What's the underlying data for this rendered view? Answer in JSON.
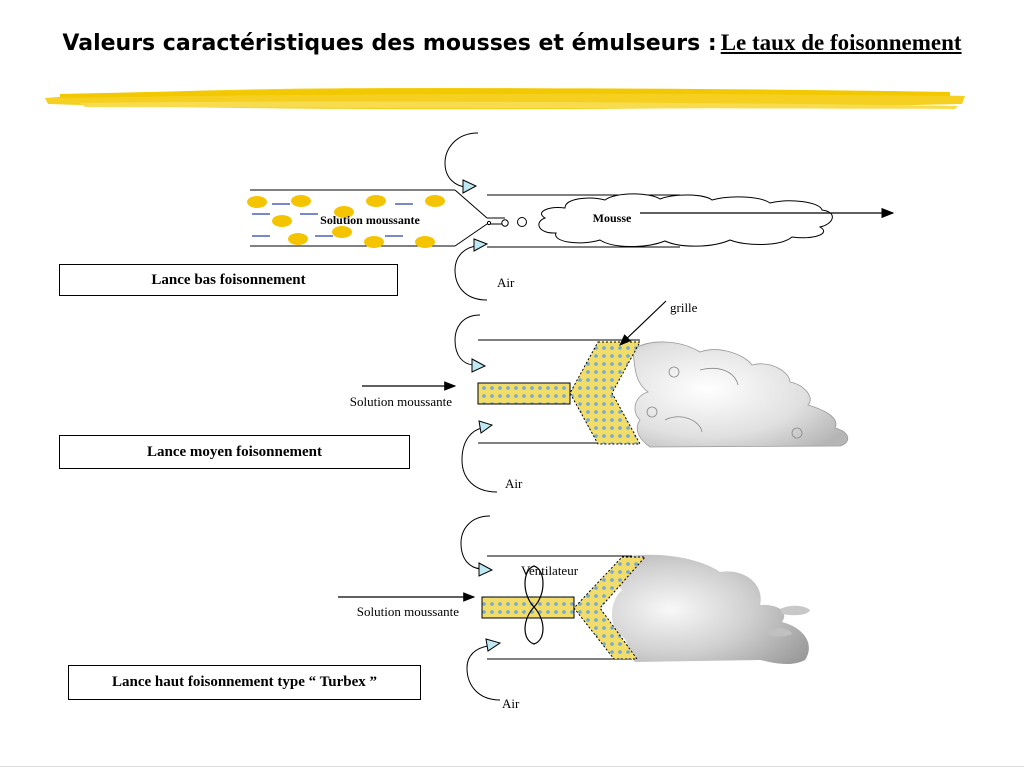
{
  "slide": {
    "title_main": "Valeurs caractéristiques des mousses et émulseurs :",
    "title_sub": "Le taux de foisonnement"
  },
  "sections": {
    "low": {
      "box_label": "Lance bas foisonnement",
      "solution_label": "Solution moussante",
      "mousse_label": "Mousse",
      "air_label": "Air"
    },
    "medium": {
      "box_label": "Lance moyen foisonnement",
      "solution_label": "Solution moussante",
      "grille_label": "grille",
      "air_label": "Air"
    },
    "high": {
      "box_label": "Lance haut foisonnement type “ Turbex ”",
      "solution_label": "Solution moussante",
      "ventilateur_label": "Ventilateur",
      "air_label": "Air"
    }
  },
  "colors": {
    "underline_yellow": "#F2C800",
    "bubble_yellow": "#F5C400",
    "arrow_fill": "#BFE8F5",
    "grid_fill": "#F2DC6A",
    "grid_dot": "#6CA8D8"
  }
}
